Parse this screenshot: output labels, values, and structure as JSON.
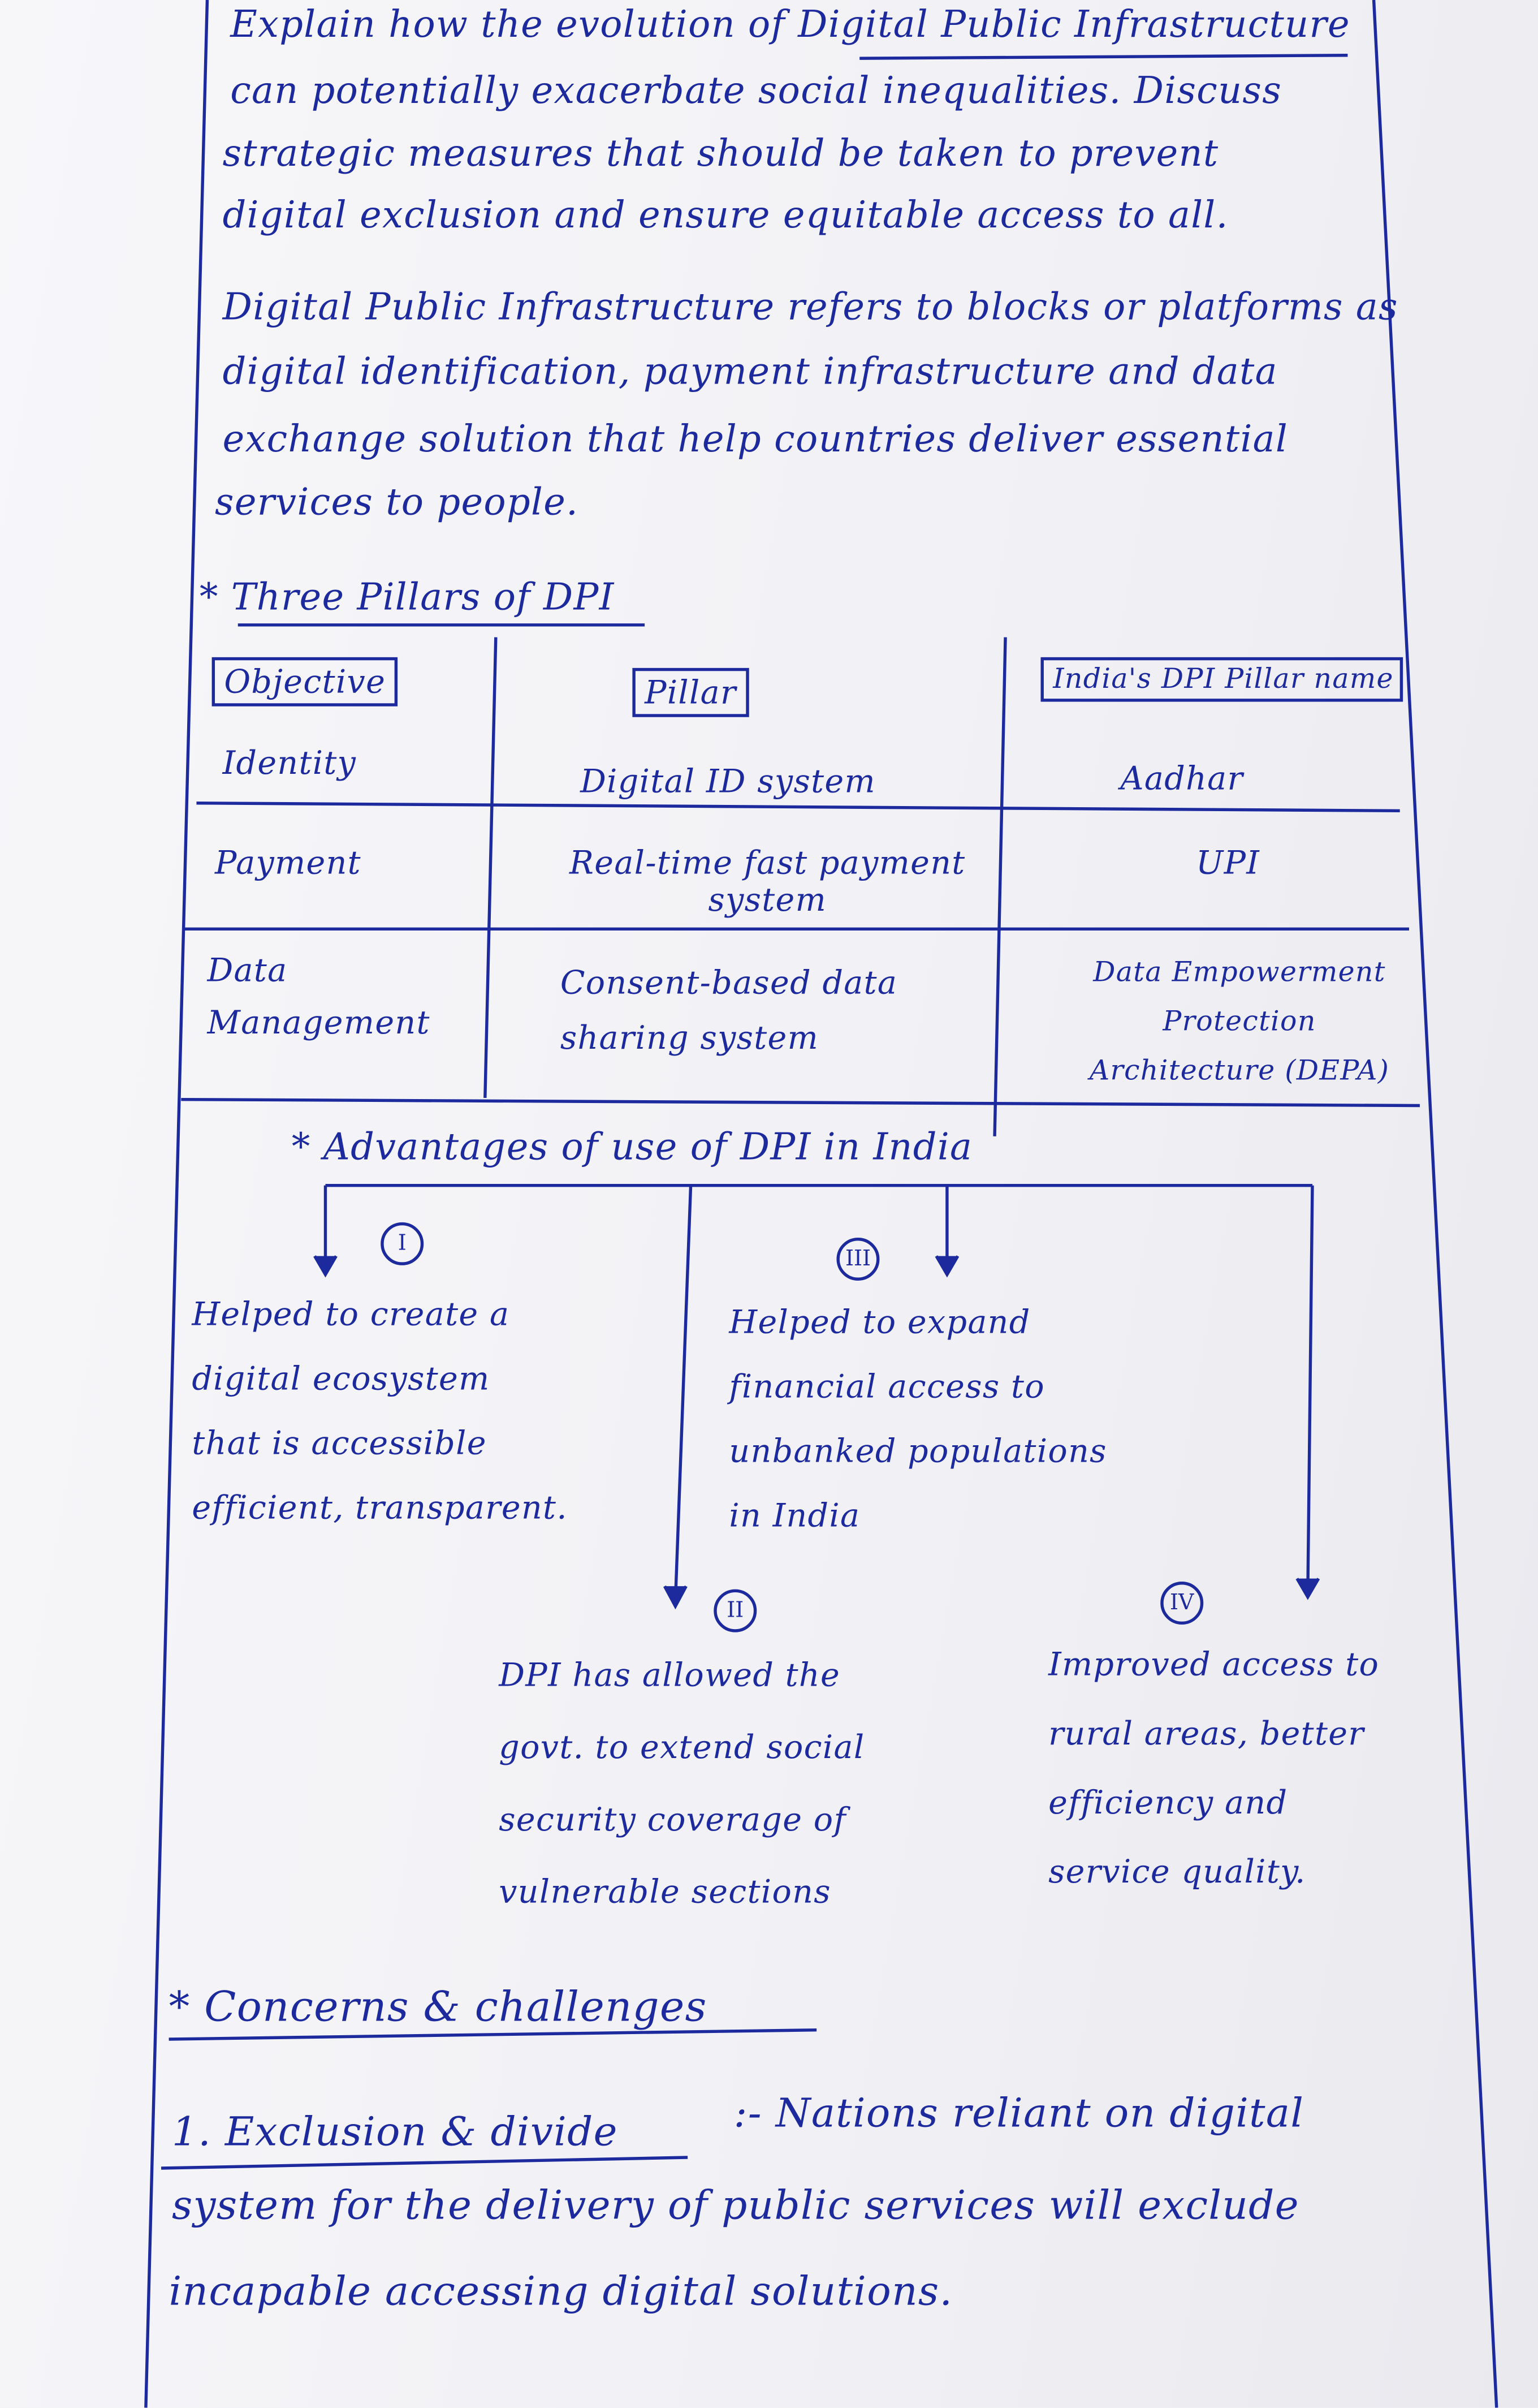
{
  "question": {
    "lines": [
      "Explain how the evolution of Digital Public Infrastructure",
      "can potentially exacerbate social inequalities. Discuss",
      "strategic measures that should be taken to prevent",
      "digital exclusion and ensure equitable access to all."
    ]
  },
  "definition": {
    "lines": [
      "Digital Public Infrastructure refers to blocks or platforms as",
      "digital identification, payment infrastructure and data",
      "exchange solution that help countries deliver essential",
      "services to people."
    ]
  },
  "pillars": {
    "heading": "* Three Pillars of DPI",
    "headers": [
      "Objective",
      "Pillar",
      "India's DPI Pillar name"
    ],
    "rows": [
      {
        "objective": "Identity",
        "pillar": "Digital ID system",
        "name": "Aadhar"
      },
      {
        "objective": "Payment",
        "pillar": "Real-time fast payment system",
        "name": "UPI"
      },
      {
        "objective": "Data Management",
        "pillar": "Consent-based data sharing system",
        "name": "Data Empowerment Protection Architecture (DEPA)"
      }
    ]
  },
  "advantages": {
    "heading": "* Advantages of use of DPI in India",
    "items": [
      {
        "num": "I",
        "lines": [
          "Helped to create a",
          "digital ecosystem",
          "that is accessible",
          "efficient, transparent."
        ]
      },
      {
        "num": "II",
        "lines": [
          "DPI has allowed the",
          "govt. to extend social",
          "security coverage of",
          "vulnerable sections"
        ]
      },
      {
        "num": "III",
        "lines": [
          "Helped to expand",
          "financial access to",
          "unbanked populations",
          "in India"
        ]
      },
      {
        "num": "IV",
        "lines": [
          "Improved access to",
          "rural areas, better",
          "efficiency and",
          "service quality."
        ]
      }
    ]
  },
  "concerns": {
    "heading": "* Concerns & challenges",
    "point1_title": "1. Exclusion & divide",
    "lines": [
      ":- Nations reliant on digital",
      "system for the delivery of public services will exclude",
      "incapable accessing digital solutions."
    ]
  }
}
